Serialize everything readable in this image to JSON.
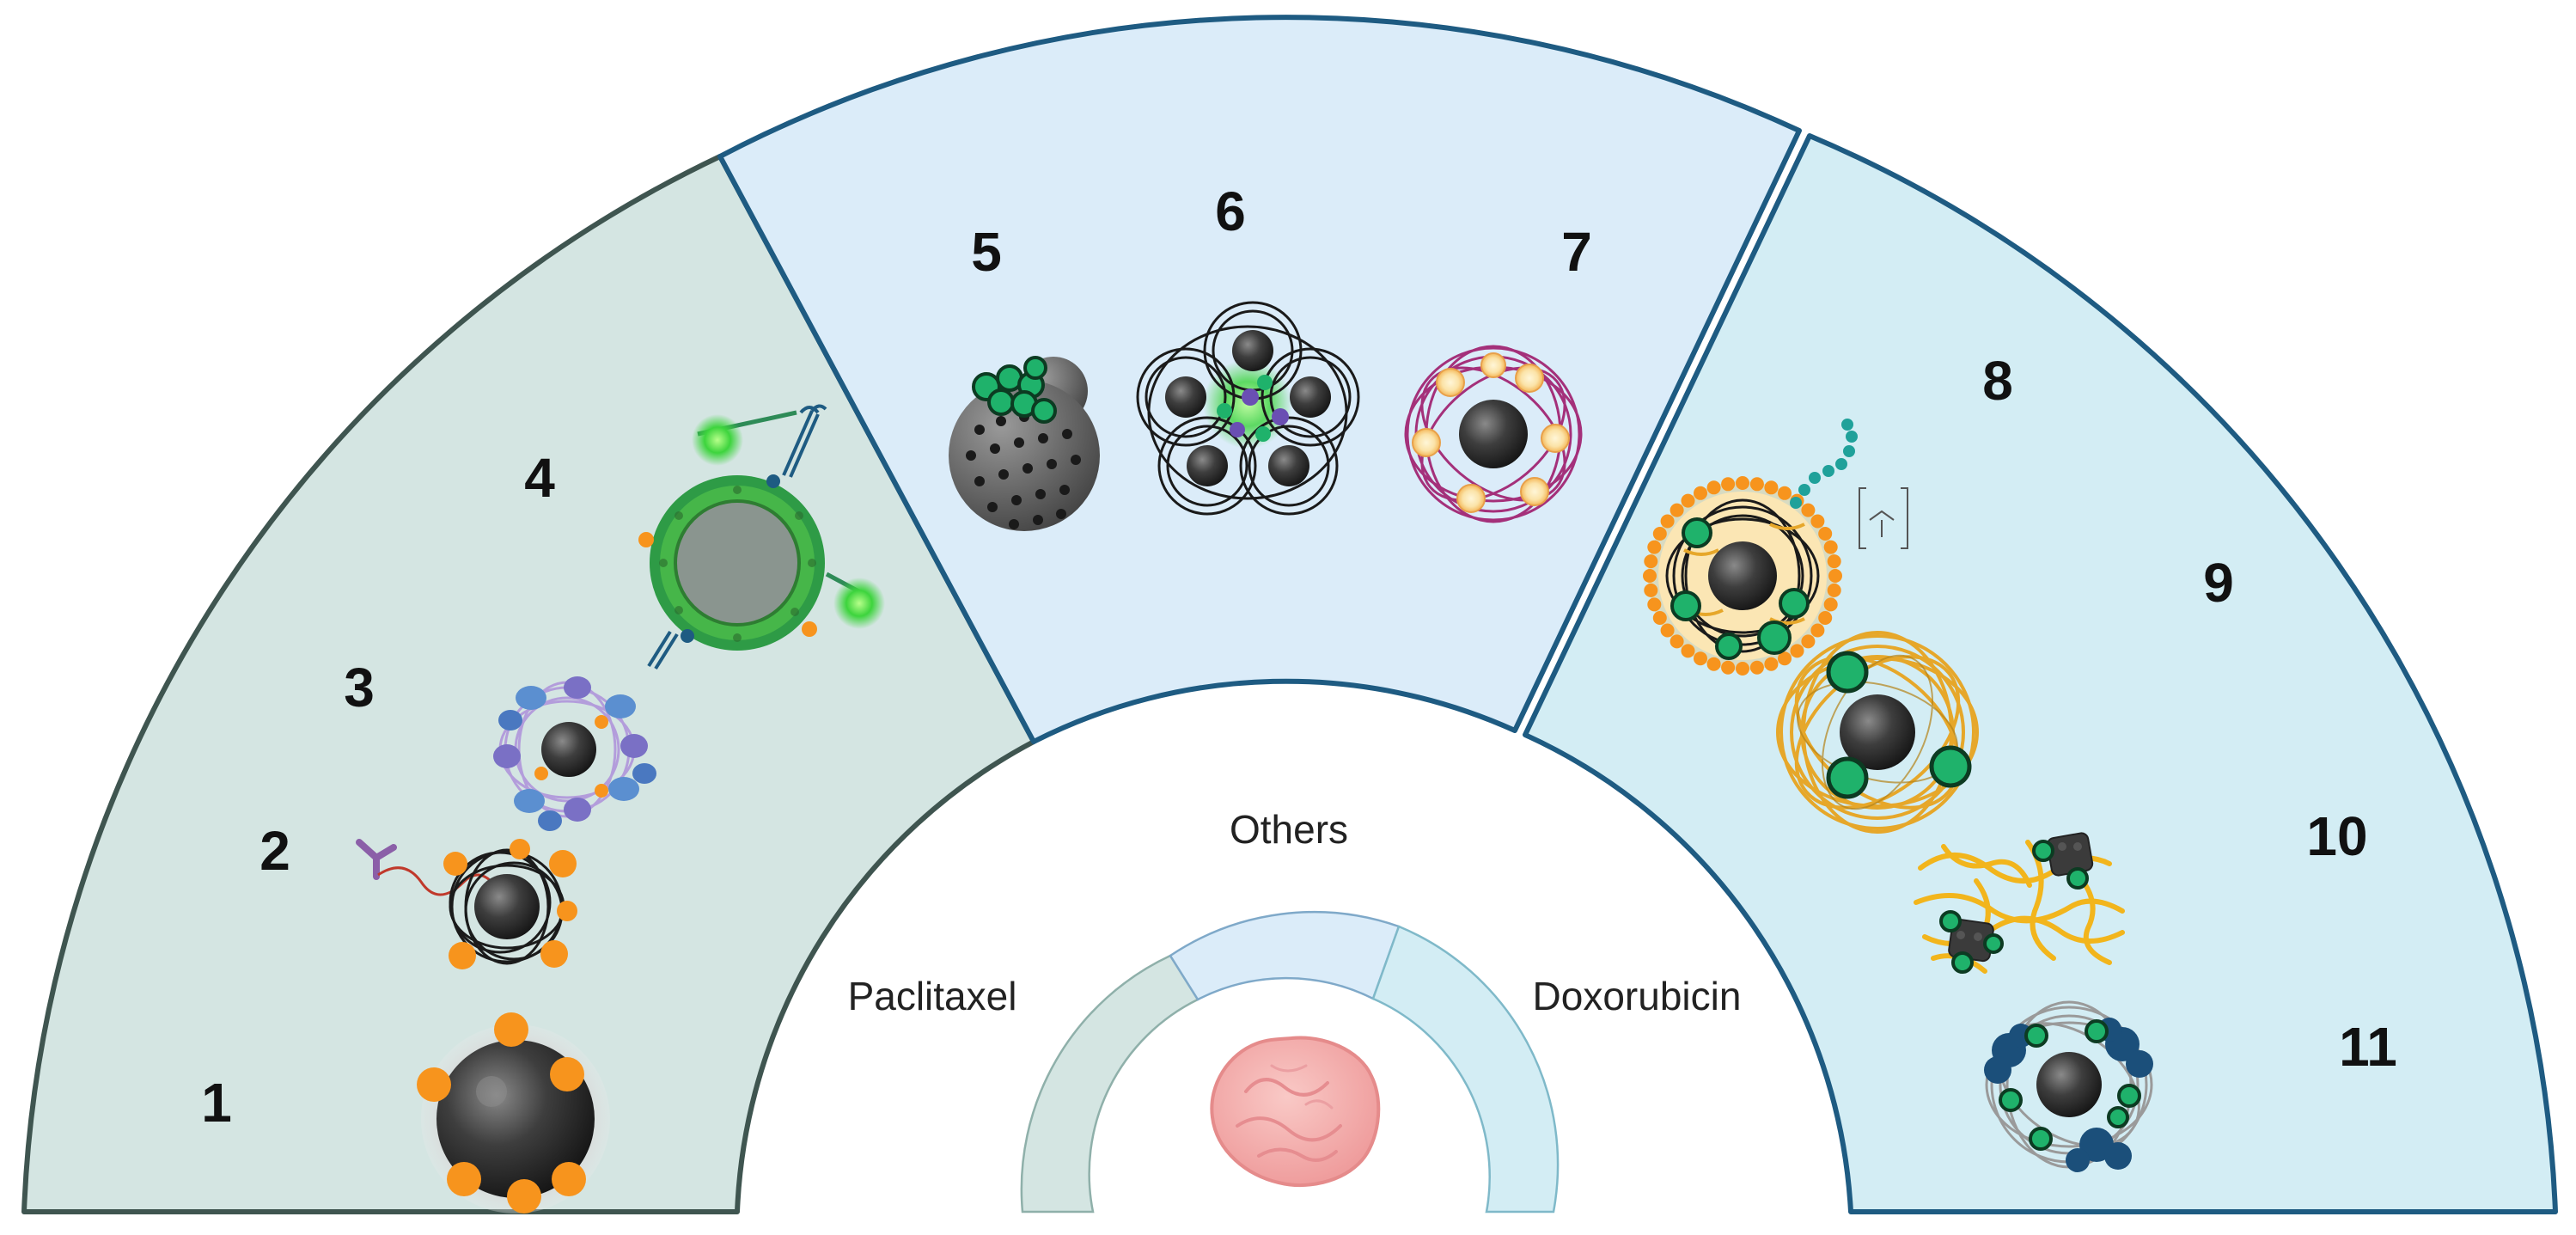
{
  "diagram": {
    "sector_labels": {
      "paclitaxel": "Paclitaxel",
      "others": "Others",
      "doxorubicin": "Doxorubicin"
    },
    "item_numbers": [
      "1",
      "2",
      "3",
      "4",
      "5",
      "6",
      "7",
      "8",
      "9",
      "10",
      "11"
    ],
    "colors": {
      "paclitaxel_sector": "#d4e5e2",
      "others_sector": "#dbecf9",
      "doxorubicin_sector": "#d3edf4",
      "paclitaxel_border": "#3f5550",
      "blue_border": "#1e5b82",
      "drug_orange": "#f7941d",
      "drug_green": "#1fb26b",
      "core_dark": "#2f2f2f",
      "tumor_pink": "#f4a9a8",
      "gold_polymer": "#e6a72a",
      "purple_polymer": "#a4307a",
      "navy_protein": "#1b4f7a"
    }
  }
}
